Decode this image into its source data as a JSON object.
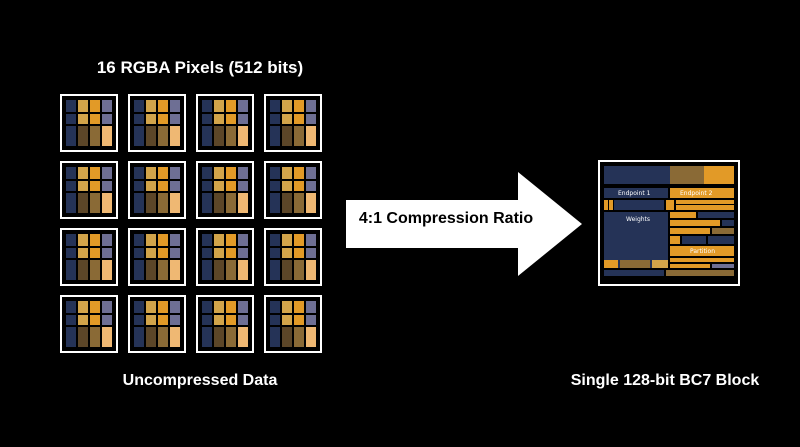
{
  "title": "16 RGBA Pixels (512 bits)",
  "left_caption": "Uncompressed Data",
  "arrow_label": "4:1 Compression Ratio",
  "right_caption": "Single 128-bit BC7 Block",
  "block_labels": {
    "endpoint1": "Endpoint 1",
    "endpoint2": "Endpoint 2",
    "weights": "Weights",
    "partition": "Partition"
  },
  "pixel_count": 16,
  "colors": {
    "navy": "#253357",
    "slate": "#6e6f94",
    "orange": "#e29a27",
    "gold": "#d2a44a",
    "brown": "#5c4628",
    "tan": "#efb873",
    "dark_brown": "#8a6a36"
  }
}
